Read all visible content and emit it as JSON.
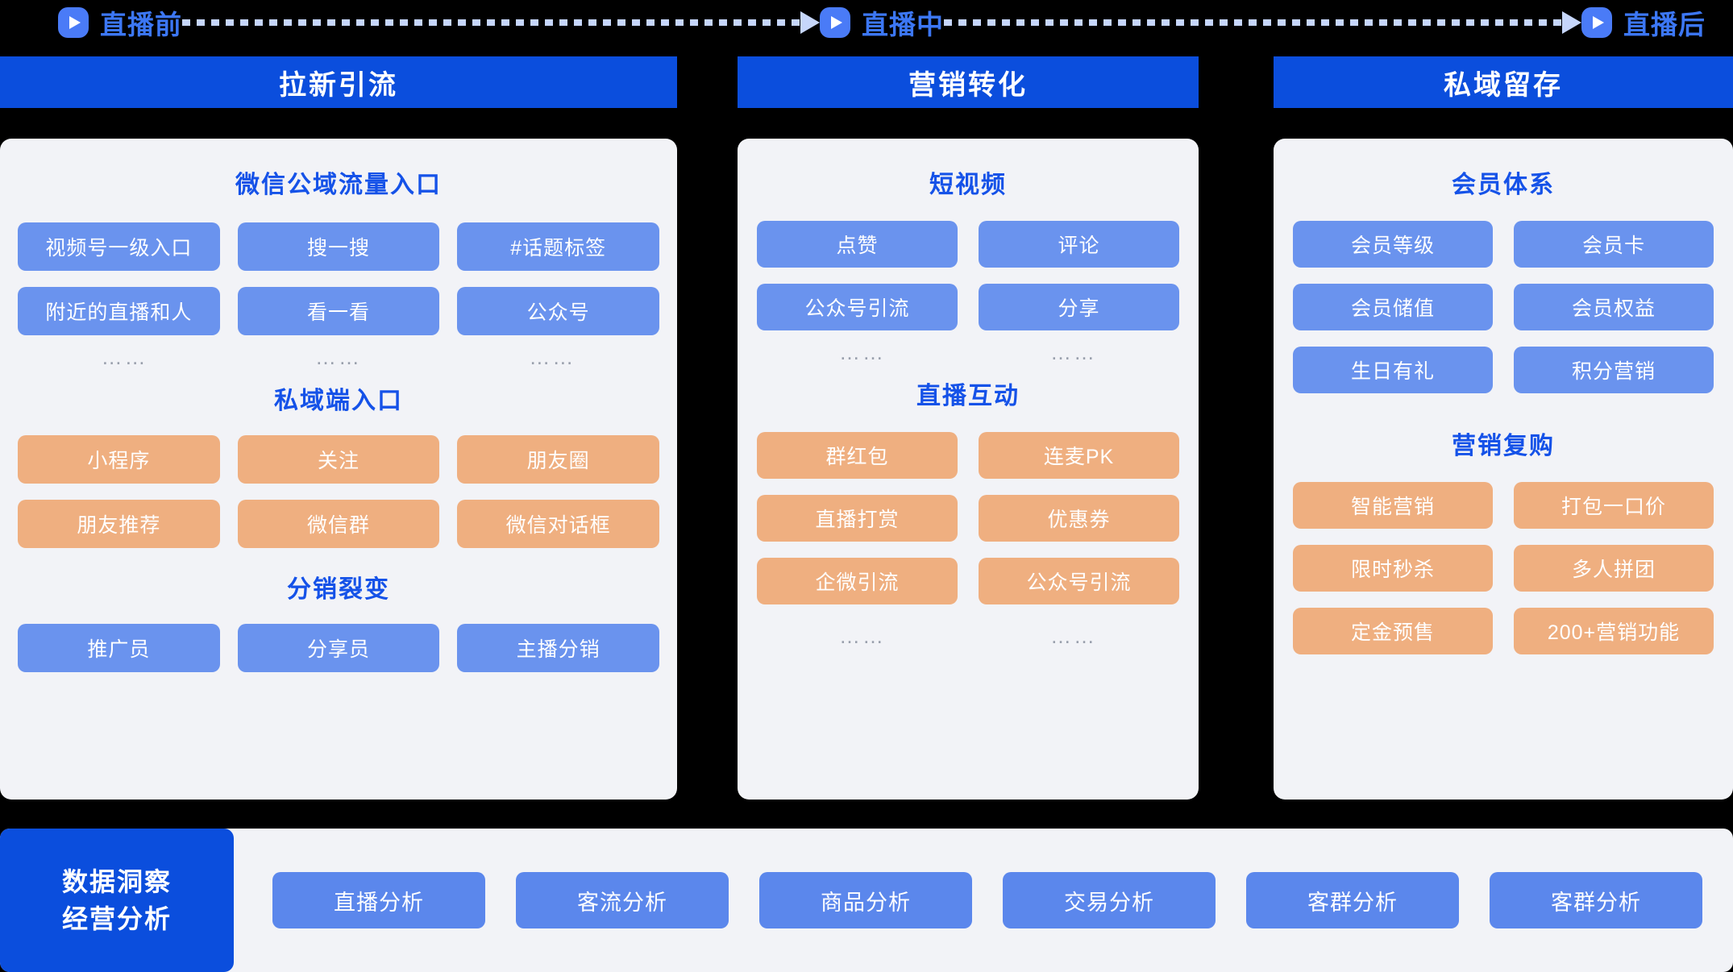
{
  "phases": [
    {
      "label": "直播前",
      "icon": "play-icon"
    },
    {
      "label": "直播中",
      "icon": "play-icon"
    },
    {
      "label": "直播后",
      "icon": "play-icon"
    }
  ],
  "colors": {
    "header_blue": "#0B4EDD",
    "chip_blue": "#6A93EE",
    "chip_orange": "#EFAF80",
    "panel_bg": "#F2F3F7",
    "title_blue": "#1552E8",
    "connector": "#C6D6FB"
  },
  "columns": [
    {
      "header": "拉新引流",
      "sections": [
        {
          "title": "微信公域流量入口",
          "style": "blue",
          "cols": 3,
          "chips": [
            "视频号一级入口",
            "搜一搜",
            "#话题标签",
            "附近的直播和人",
            "看一看",
            "公众号"
          ],
          "ellipsis": [
            "……",
            "……",
            "……"
          ]
        },
        {
          "title": "私域端入口",
          "style": "orange",
          "cols": 3,
          "chips": [
            "小程序",
            "关注",
            "朋友圈",
            "朋友推荐",
            "微信群",
            "微信对话框"
          ],
          "ellipsis": []
        },
        {
          "title": "分销裂变",
          "style": "blue",
          "cols": 3,
          "chips": [
            "推广员",
            "分享员",
            "主播分销"
          ],
          "ellipsis": []
        }
      ]
    },
    {
      "header": "营销转化",
      "sections": [
        {
          "title": "短视频",
          "style": "blue",
          "cols": 2,
          "chips": [
            "点赞",
            "评论",
            "公众号引流",
            "分享"
          ],
          "ellipsis": [
            "……",
            "……"
          ]
        },
        {
          "title": "直播互动",
          "style": "orange",
          "cols": 2,
          "chips": [
            "群红包",
            "连麦PK",
            "直播打赏",
            "优惠券",
            "企微引流",
            "公众号引流"
          ],
          "ellipsis": [
            "……",
            "……"
          ]
        }
      ]
    },
    {
      "header": "私域留存",
      "sections": [
        {
          "title": "会员体系",
          "style": "blue",
          "cols": 2,
          "chips": [
            "会员等级",
            "会员卡",
            "会员储值",
            "会员权益",
            "生日有礼",
            "积分营销"
          ],
          "ellipsis": []
        },
        {
          "title": "营销复购",
          "style": "orange",
          "cols": 2,
          "chips": [
            "智能营销",
            "打包一口价",
            "限时秒杀",
            "多人拼团",
            "定金预售",
            "200+营销功能"
          ],
          "ellipsis": []
        }
      ]
    }
  ],
  "bottom": {
    "insight_line1": "数据洞察",
    "insight_line2": "经营分析",
    "items": [
      "直播分析",
      "客流分析",
      "商品分析",
      "交易分析",
      "客群分析",
      "客群分析"
    ]
  }
}
